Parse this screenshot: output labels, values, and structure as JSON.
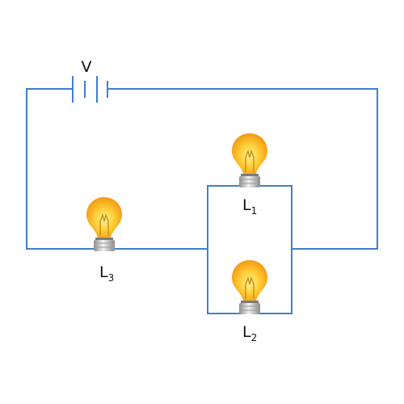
{
  "colors": {
    "wire": "#3f7fd0",
    "battery": "#3f7fd0",
    "bulb_glow": "#f7a21a",
    "bulb_center": "#ffe36a",
    "filament": "#c8860f",
    "socket_light": "#dcdcdc",
    "socket_dark": "#8e8e8e"
  },
  "battery": {
    "label": "V"
  },
  "bulbs": [
    {
      "id": "L3",
      "letter": "L",
      "sub": "3"
    },
    {
      "id": "L1",
      "letter": "L",
      "sub": "1"
    },
    {
      "id": "L2",
      "letter": "L",
      "sub": "2"
    }
  ]
}
